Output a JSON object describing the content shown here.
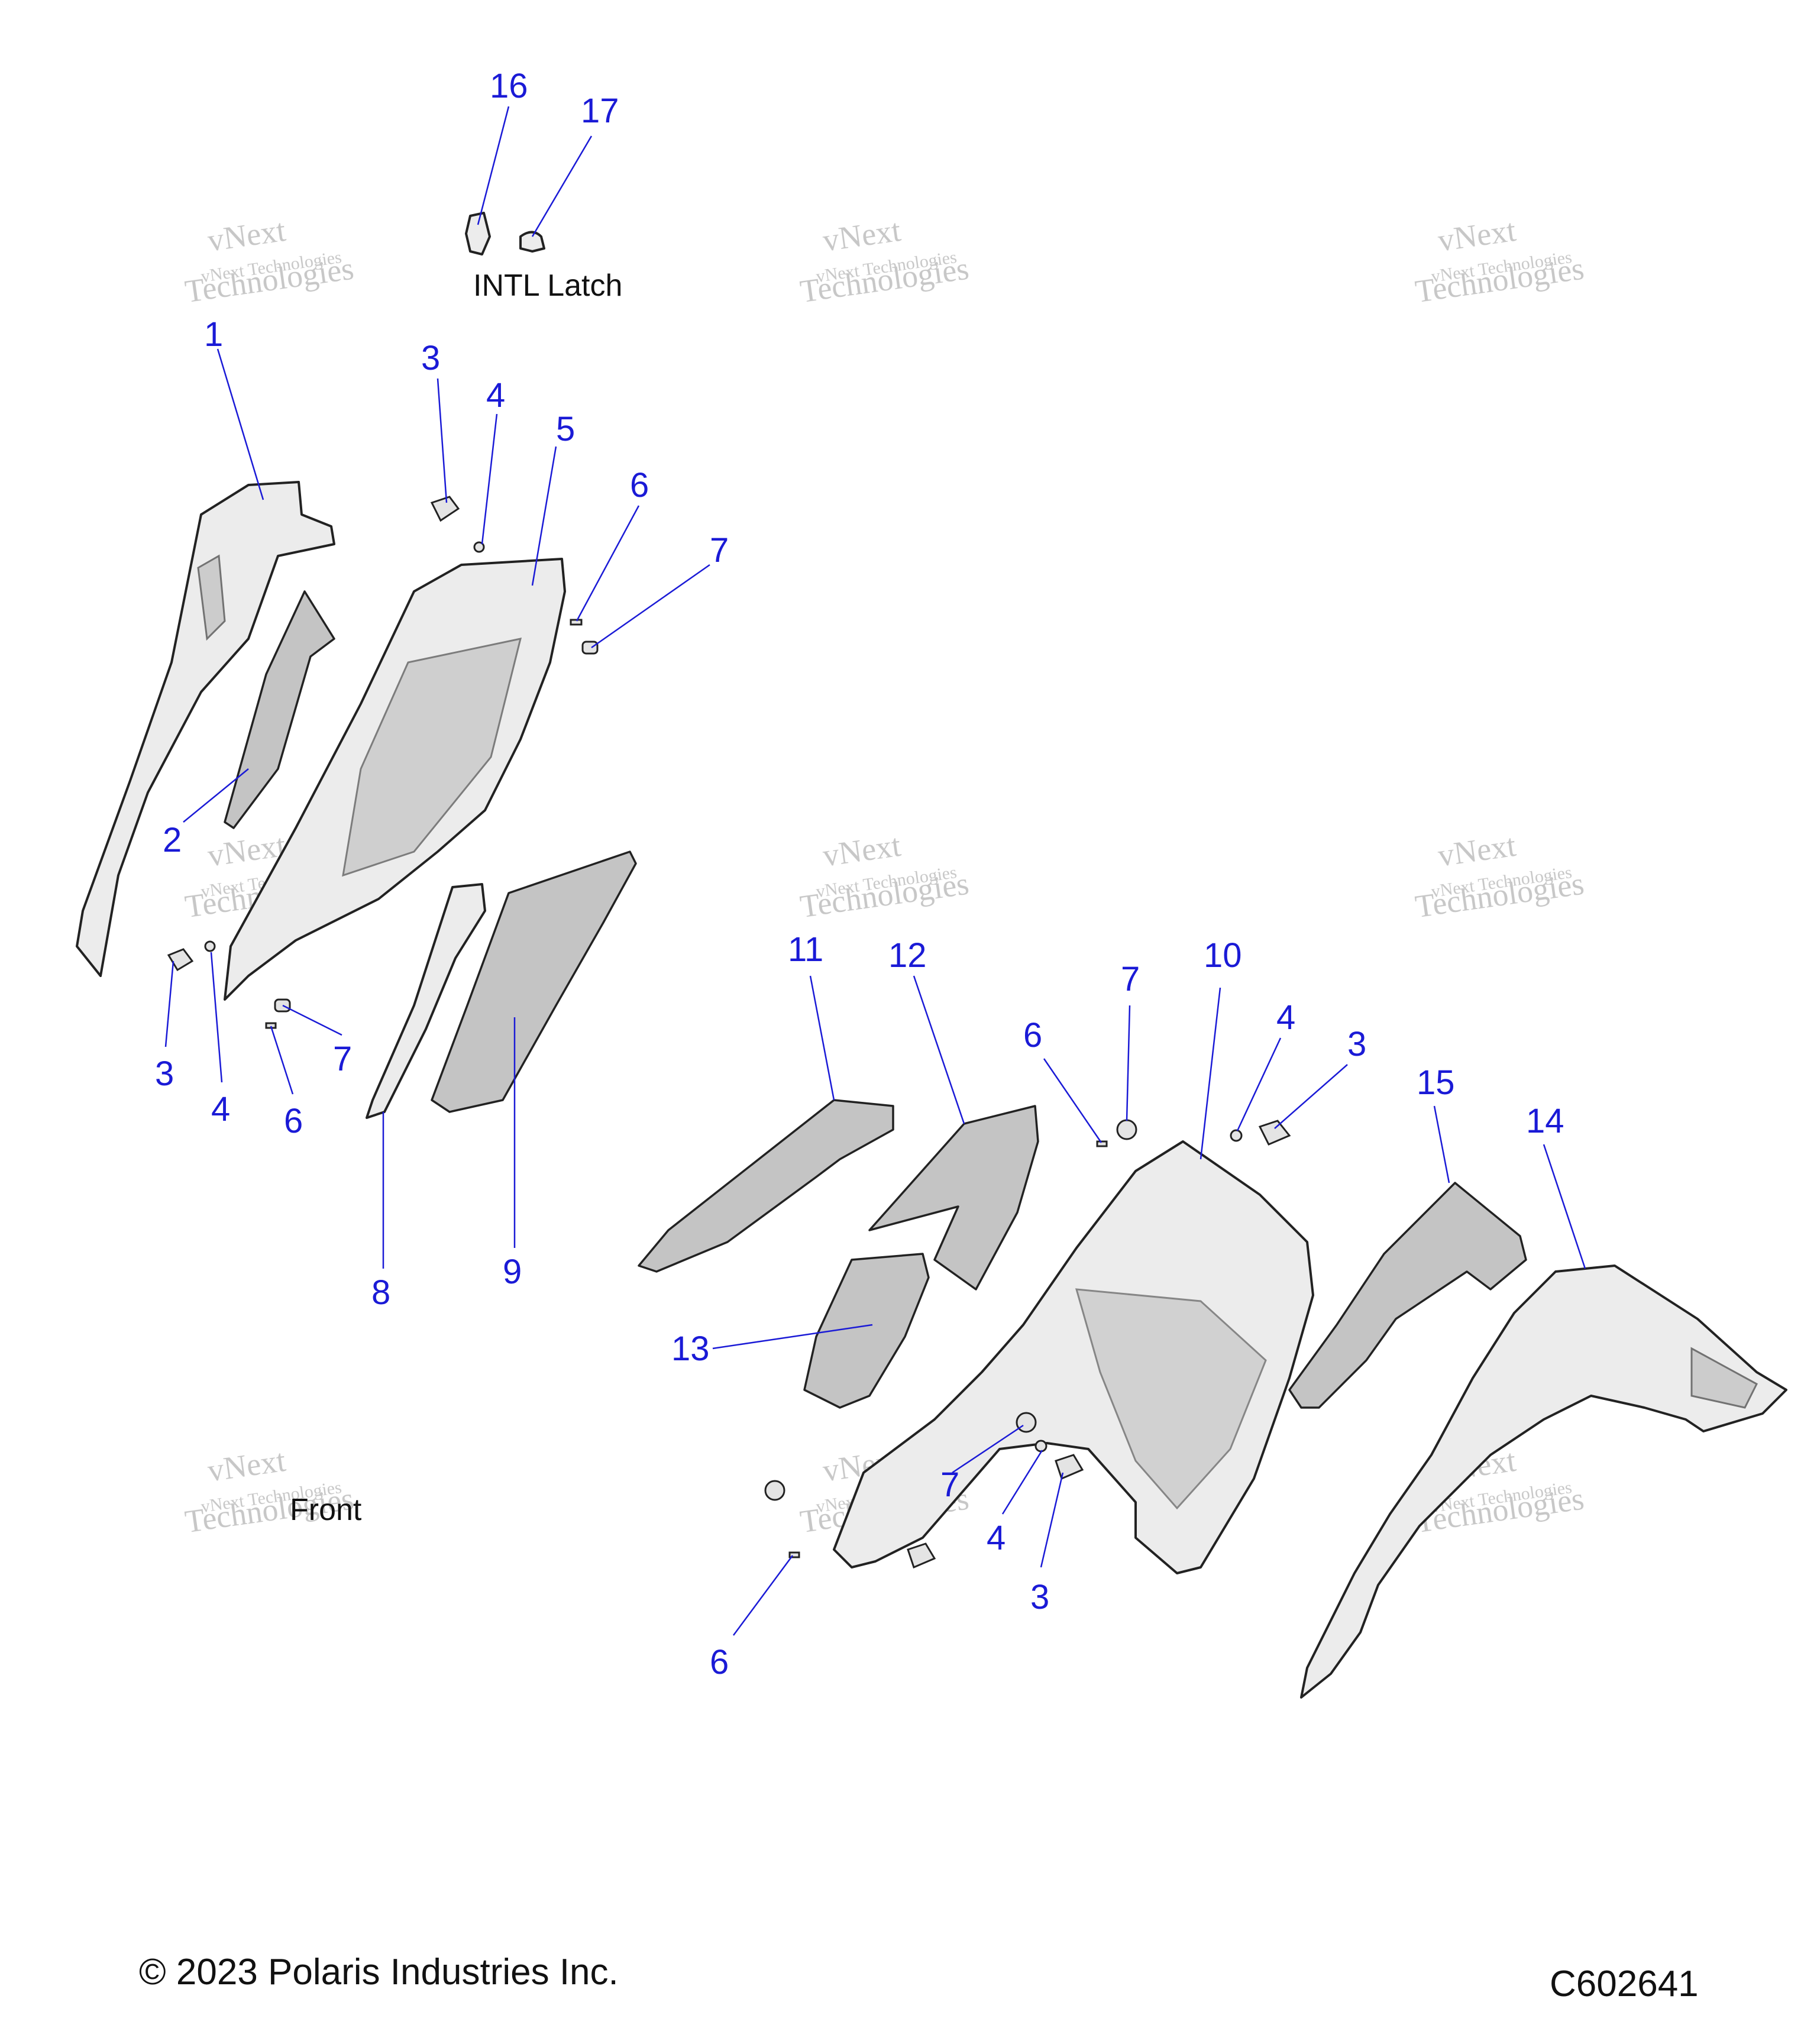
{
  "callouts": [
    {
      "label": "1"
    },
    {
      "label": "2"
    },
    {
      "label": "3"
    },
    {
      "label": "4"
    },
    {
      "label": "5"
    },
    {
      "label": "6"
    },
    {
      "label": "7"
    },
    {
      "label": "3"
    },
    {
      "label": "4"
    },
    {
      "label": "6"
    },
    {
      "label": "7"
    },
    {
      "label": "8"
    },
    {
      "label": "9"
    },
    {
      "label": "16"
    },
    {
      "label": "17"
    },
    {
      "label": "11"
    },
    {
      "label": "12"
    },
    {
      "label": "13"
    },
    {
      "label": "6"
    },
    {
      "label": "7"
    },
    {
      "label": "10"
    },
    {
      "label": "4"
    },
    {
      "label": "3"
    },
    {
      "label": "15"
    },
    {
      "label": "14"
    },
    {
      "label": "7"
    },
    {
      "label": "4"
    },
    {
      "label": "3"
    },
    {
      "label": "6"
    }
  ],
  "captions": {
    "intl_latch": "INTL Latch",
    "front": "Front"
  },
  "watermark": {
    "line1": "vNext Technologies",
    "big1": "vNext",
    "big2": "Technologies"
  },
  "footer": {
    "copyright": "© 2023 Polaris Industries Inc.",
    "diagram_id": "C602641"
  }
}
